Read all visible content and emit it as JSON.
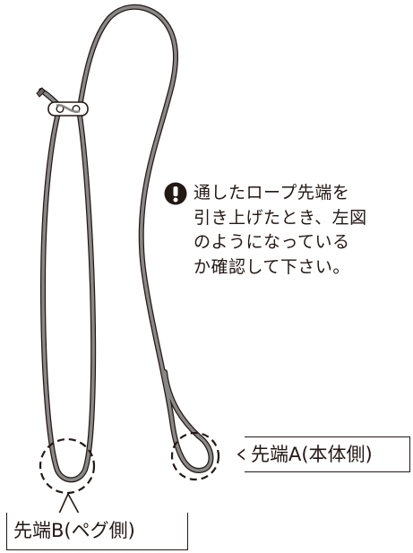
{
  "note": {
    "icon": "exclamation-icon",
    "lines": [
      "通したロープ先端を",
      "引き上げたとき、左図",
      "のようになっている",
      "か確認して下さい。"
    ]
  },
  "labels": {
    "end_a": "先端A(本体側)",
    "end_b": "先端B(ペグ側)"
  },
  "colors": {
    "rope": "#888888",
    "outline": "#231815"
  }
}
